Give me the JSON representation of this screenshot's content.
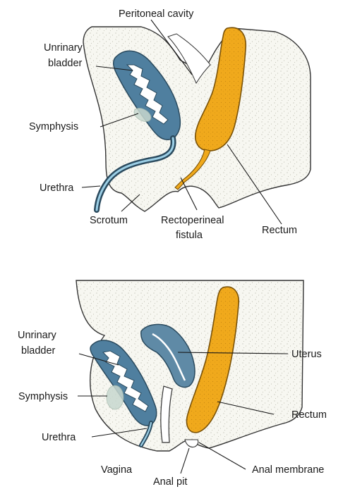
{
  "top_diagram": {
    "labels": {
      "peritoneal_cavity": "Peritoneal cavity",
      "bladder_line1": "Unrinary",
      "bladder_line2": "bladder",
      "symphysis": "Symphysis",
      "urethra": "Urethra",
      "scrotum": "Scrotum",
      "fistula_line1": "Rectoperineal",
      "fistula_line2": "fistula",
      "rectum": "Rectum"
    }
  },
  "bottom_diagram": {
    "labels": {
      "bladder_line1": "Unrinary",
      "bladder_line2": "bladder",
      "symphysis": "Symphysis",
      "urethra": "Urethra",
      "vagina": "Vagina",
      "anal_pit": "Anal pit",
      "uterus": "Uterus",
      "rectum": "Rectum",
      "anal_membrane": "Anal membrane"
    }
  },
  "colors": {
    "rectum": "#f0a91c",
    "bladder": "#4f7f9f",
    "tissue": "#f7f7f1"
  }
}
